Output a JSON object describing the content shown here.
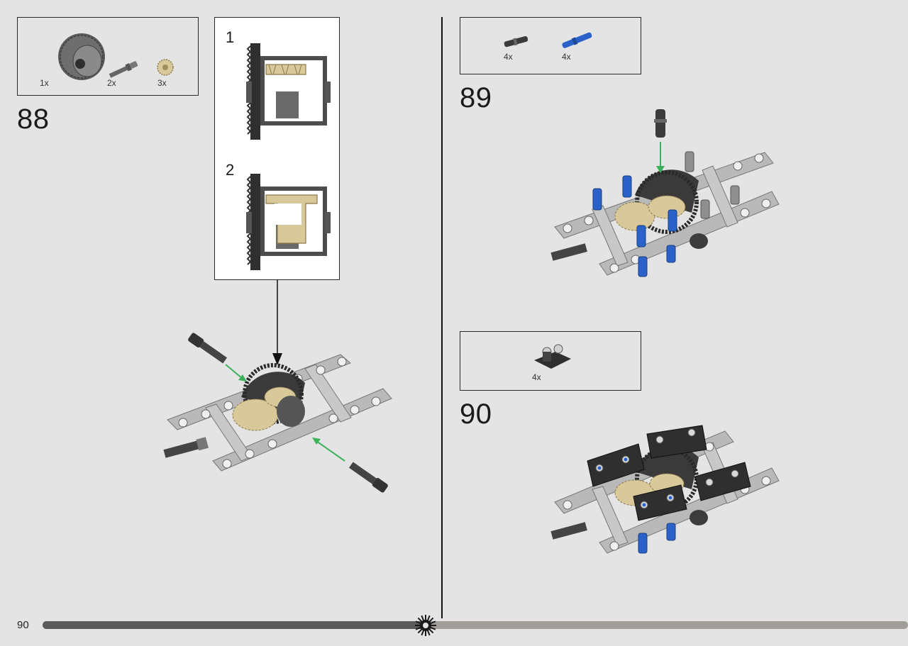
{
  "page": {
    "number": "90",
    "progress_fraction": 0.44
  },
  "steps": [
    {
      "id": "88",
      "label": "88",
      "parts": [
        {
          "name": "differential-gear-housing",
          "count": "1x"
        },
        {
          "name": "axle-with-stop",
          "count": "2x"
        },
        {
          "name": "bevel-gear-tan",
          "count": "3x"
        }
      ],
      "sub_steps": [
        {
          "label": "1"
        },
        {
          "label": "2"
        }
      ]
    },
    {
      "id": "89",
      "label": "89",
      "parts": [
        {
          "name": "friction-pin-grey",
          "count": "4x"
        },
        {
          "name": "axle-pin-blue",
          "count": "4x"
        }
      ]
    },
    {
      "id": "90",
      "label": "90",
      "parts": [
        {
          "name": "connector-beam-black",
          "count": "4x"
        }
      ]
    }
  ],
  "colors": {
    "background": "#e4e4e4",
    "beam_grey": "#b9b9b9",
    "dark_grey": "#4a4a4a",
    "tan": "#d8c89a",
    "blue": "#2a62c9",
    "green_arrow": "#3ab15a",
    "progress_done": "#5b5b5b",
    "progress_rest": "#a19d98"
  }
}
